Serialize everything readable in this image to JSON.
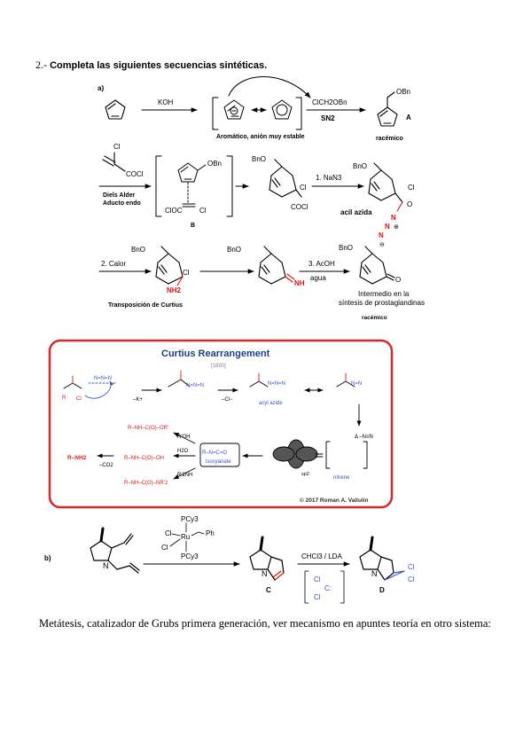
{
  "heading": {
    "number": "2.-",
    "text": "Completa las siguientes secuencias sintéticas."
  },
  "part_a": {
    "label": "a)",
    "step1": {
      "reagent": "KOH",
      "reagent2": "ClCH2OBn",
      "sn2": "SN2",
      "bracket_caption": "Aromático, anión muy estable",
      "product_label": "A",
      "product_sub": "OBn",
      "racemic": "racémico"
    },
    "step2": {
      "reagent_cl": "Cl",
      "reagent_cocl": "COCl",
      "diels": "Diels Alder",
      "aducto": "Aducto endo",
      "b_obn": "OBn",
      "b_cloc": "ClOC",
      "b_cl": "Cl",
      "b_label": "B",
      "p_bno": "BnO",
      "p_cl": "Cl",
      "p_cocl": "COCl",
      "nan3": "1. NaN3",
      "az_bno": "BnO",
      "az_cl": "Cl",
      "az_label": "acil azida",
      "az_o": "O",
      "az_n": "N",
      "plus": "⊕",
      "minus": "⊖"
    },
    "step3": {
      "calor": "2. Calor",
      "c_bno": "BnO",
      "c_cl": "Cl",
      "c_nh2": "NH2",
      "curtius": "Transposición de Curtius",
      "i_bno": "BnO",
      "i_nh": "NH",
      "acoh": "3. AcOH",
      "agua": "agua",
      "f_bno": "BnO",
      "f_o": "O",
      "intermedio1": "Intermedio en la",
      "intermedio2": "síntesis de prostaglandinas",
      "racemic": "racémico"
    }
  },
  "curtius_panel": {
    "title": "Curtius Rearrangement",
    "year": "[1890]",
    "acyl_azide": "acyl azide",
    "isocyanate": "isocyanate",
    "isocyanate_formula": "R–N=C=O",
    "nitrene": "nitrene",
    "amine": "R–NH2",
    "loss_n2": "Δ  –N≡N",
    "loss_co2": "–CO2",
    "loss_k": "–K+",
    "loss_cl": "–Cl−",
    "roh": "R'OH",
    "h2o": "H2O",
    "r2nh": "R'2NH",
    "sp2": "sp2",
    "copyright": "© 2017 Roman A. Valiulin"
  },
  "part_b": {
    "label": "b)",
    "cat_pcy3_top": "PCy3",
    "cat_cl1": "Cl",
    "cat_ru": "Ru",
    "cat_ph": "Ph",
    "cat_cl2": "Cl",
    "cat_pcy3_bottom": "PCy3",
    "n": "N",
    "c_label": "C",
    "reagent": "CHCl3 / LDA",
    "carbene_cl1": "Cl",
    "carbene_c": "C:",
    "carbene_cl2": "Cl",
    "d_cl1": "Cl",
    "d_cl2": "Cl",
    "d_label": "D"
  },
  "footer": "Metátesis, catalizador de Grubs primera generación, ver mecanismo en apuntes teoría en otro sistema:",
  "colors": {
    "frame_red": "#d42a2a",
    "title_blue": "#1f3e8c",
    "azide_red": "#e01010",
    "mech_blue": "#3a55c8",
    "mech_red": "#d81c1c"
  }
}
